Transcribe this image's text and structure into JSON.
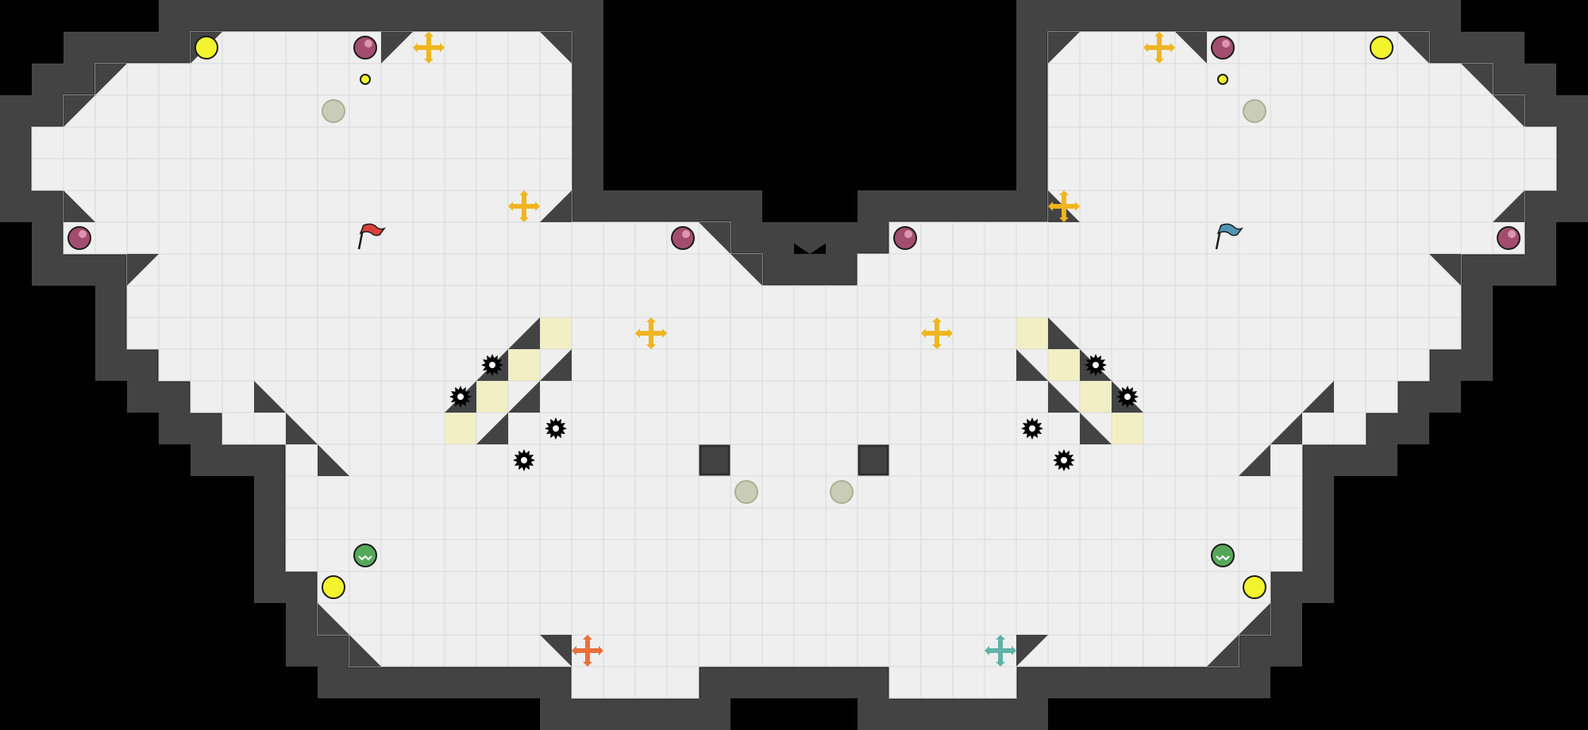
{
  "map": {
    "cols": 50,
    "rows": 23,
    "colors": {
      "background": "#000000",
      "wall": "#434343",
      "wall_edge": "#2e2e2e",
      "floor": "#efefef",
      "grid": "#d9d9d9",
      "boost": "#f2efc4",
      "red_team": "#d9423c",
      "blue_team": "#4f97b3",
      "powerup_yellow": "#f0b520",
      "powerup_orange": "#e8703a",
      "powerup_teal": "#5fb3a8",
      "bomb": "#a34d6e",
      "button": "#f4f42e",
      "gate_marker": "#c9cdb7",
      "jukejuice": "#55a85a",
      "spike": "#000000"
    }
  },
  "items": {
    "flags": [
      {
        "team": "red",
        "icon": "red-flag-icon"
      },
      {
        "team": "blue",
        "icon": "blue-flag-icon"
      }
    ],
    "powerups": [
      {
        "kind": "neutral",
        "icon": "powerup-icon",
        "color": "#f0b520"
      },
      {
        "kind": "red-endzone",
        "icon": "red-powerup-icon",
        "color": "#e8703a"
      },
      {
        "kind": "blue-endzone",
        "icon": "blue-powerup-icon",
        "color": "#5fb3a8"
      }
    ],
    "bombs": {
      "icon": "bomb-icon"
    },
    "buttons": {
      "icon": "button-icon"
    },
    "spikes": {
      "icon": "spike-icon"
    },
    "gates": {
      "icon": "gate-marker-icon"
    },
    "speed_pads": {
      "icon": "jukejuice-icon"
    }
  }
}
